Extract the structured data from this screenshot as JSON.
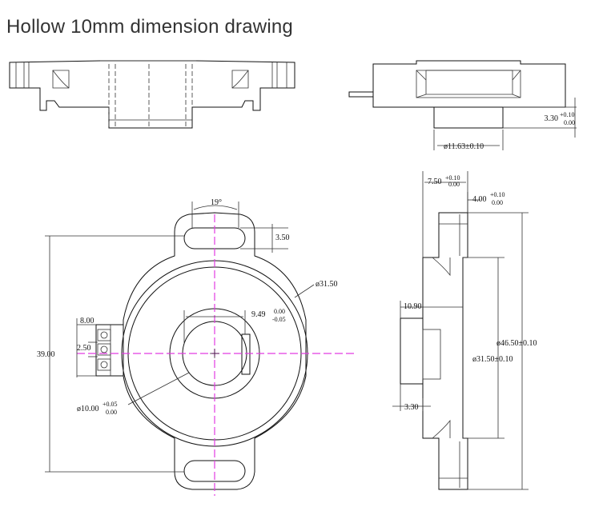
{
  "title": "Hollow 10mm dimension drawing",
  "colors": {
    "line": "#111111",
    "centerline": "#e23be2",
    "title": "#333333"
  },
  "dims": {
    "angle": "19°",
    "slot_h": "3.50",
    "outer_d": "ø31.50",
    "offset": "9.49",
    "offset_tol_up": "0.00",
    "offset_tol_dn": "-0.05",
    "conn_w": "8.00",
    "pin_pitch": "2.50",
    "height": "39.00",
    "bore": "ø10.00",
    "bore_tol_up": "+0.05",
    "bore_tol_dn": "0.00",
    "top_h": "3.30",
    "top_h_tol_up": "+0.10",
    "top_h_tol_dn": "0.00",
    "hub_d": "ø11.63±0.10",
    "side_w": "7.50",
    "side_w_tol_up": "+0.10",
    "side_w_tol_dn": "0.00",
    "flange_w": "4.00",
    "flange_w_tol_up": "+0.10",
    "flange_w_tol_dn": "0.00",
    "body_w": "10.90",
    "total_len": "ø46.50±0.10",
    "body_len": "ø31.50±0.10",
    "hub_h": "3.30"
  }
}
